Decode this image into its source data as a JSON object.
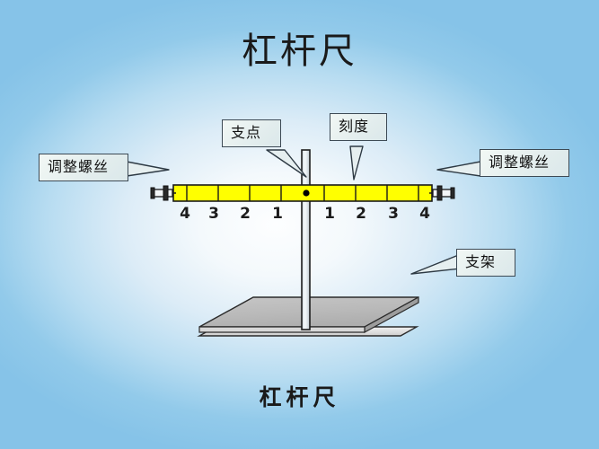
{
  "page": {
    "title": "杠杆尺",
    "bottom_caption": "杠杆尺",
    "background_edge_color": "#86c3e8",
    "background_center_color": "#ffffff"
  },
  "callouts": [
    {
      "id": "fulcrum",
      "label": "支点",
      "target": "pivot-rod"
    },
    {
      "id": "scale",
      "label": "刻度",
      "target": "ruler-graduations"
    },
    {
      "id": "screw-left",
      "label": "调整螺丝",
      "target": "left-adjust-screw"
    },
    {
      "id": "screw-right",
      "label": "调整螺丝",
      "target": "right-adjust-screw"
    },
    {
      "id": "stand",
      "label": "支架",
      "target": "base-stand"
    }
  ],
  "apparatus": {
    "name": "杠杆尺",
    "beam_color": "#ffff00",
    "beam_outline_color": "#000000",
    "post_color": "#e8eef2",
    "base_color": "#b9b9b9",
    "fulcrum_dot_color": "#000000",
    "left_scale_numbers": [
      "4",
      "3",
      "2",
      "1"
    ],
    "right_scale_numbers": [
      "1",
      "2",
      "3",
      "4"
    ],
    "divisions_per_side": 4
  }
}
